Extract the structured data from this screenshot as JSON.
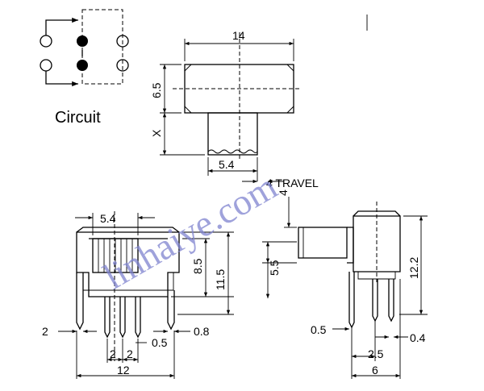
{
  "circuit_label": "Circuit",
  "dims": {
    "top_width": "14",
    "top_height": "6.5",
    "x_label": "X",
    "knob_width": "5.4",
    "travel": "4 TRAVEL",
    "front_knob": "5.4",
    "front_85": "8.5",
    "front_115": "11.5",
    "front_left2": "2",
    "front_pitch_a": "2",
    "front_pitch_b": "2",
    "front_05": "0.5",
    "front_08": "0.8",
    "front_12": "12",
    "side_4": "4",
    "side_55": "5.5",
    "side_122": "12.2",
    "side_05": "0.5",
    "side_04": "0.4",
    "side_25": "2.5",
    "side_6": "6"
  },
  "watermark": "linhaiye.com"
}
